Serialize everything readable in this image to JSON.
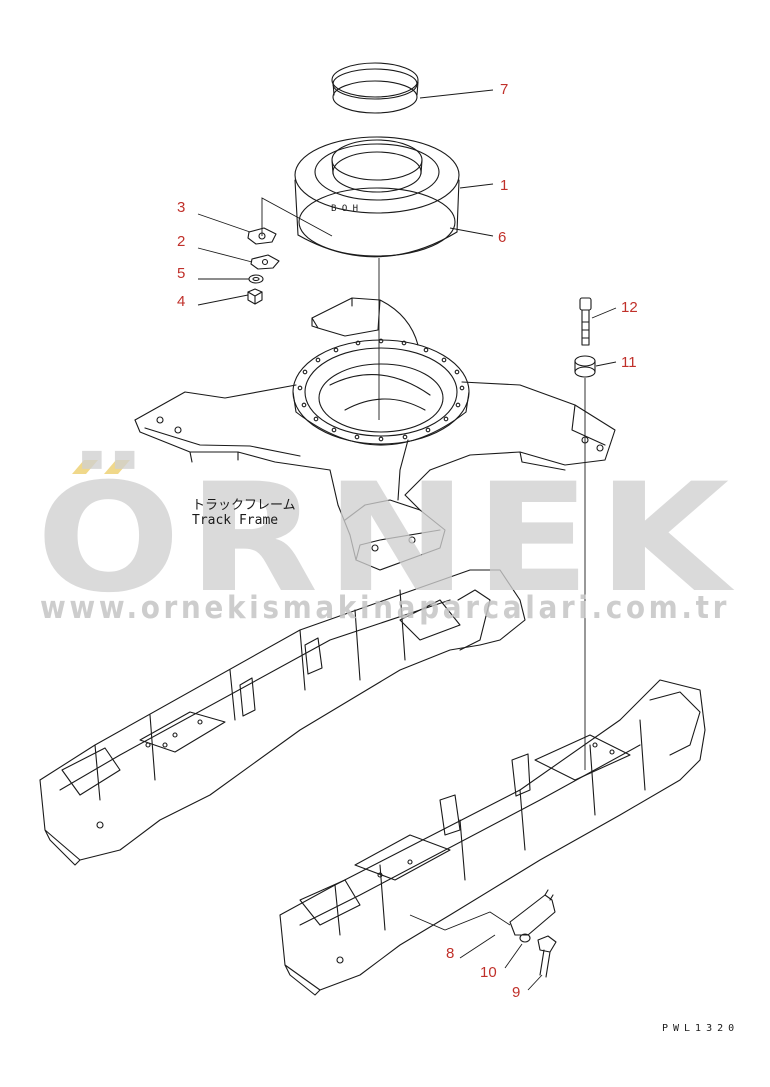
{
  "diagram": {
    "frame_label_jp": "トラックフレーム",
    "frame_label_en": "Track Frame",
    "drawing_code": "PWL1320",
    "callouts": {
      "c1": "1",
      "c2": "2",
      "c3": "3",
      "c4": "4",
      "c5": "5",
      "c6": "6",
      "c7": "7",
      "c8": "8",
      "c9": "9",
      "c10": "10",
      "c11": "11",
      "c12": "12"
    },
    "colors": {
      "callout": "#c0302a",
      "line": "#1a1a1a",
      "watermark": "#cfcfcf",
      "watermark_accent": "#f0d88a"
    }
  },
  "watermark": {
    "brand": "ÖRNEK",
    "url": "www.ornekismakinaparcalari.com.tr"
  }
}
